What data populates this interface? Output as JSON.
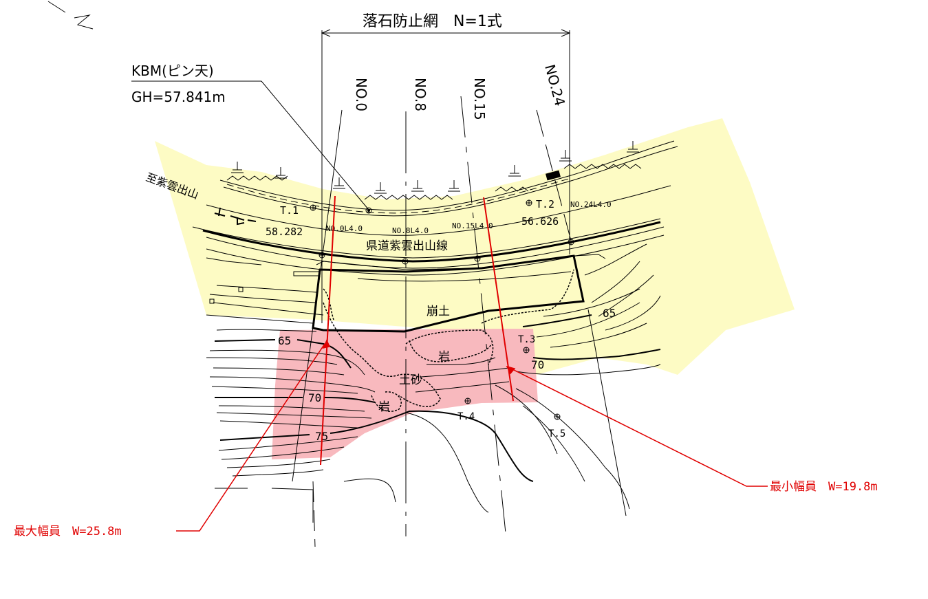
{
  "title": "落石防止網　N=1式",
  "kbm": {
    "line1": "KBM(ピン天)",
    "line2": "GH=57.841m"
  },
  "stations": [
    "NO.0",
    "NO.8",
    "NO.15",
    "NO.24"
  ],
  "station_labels": [
    "NO.0L4.0",
    "NO.8L4.0",
    "NO.15L4.0",
    "NO.24L4.0"
  ],
  "direction_label": "至紫雲出山",
  "road_name": "県道紫雲出山線",
  "benchmarks": {
    "t1": {
      "name": "T.1",
      "elev": "58.282"
    },
    "t2": {
      "name": "T.2",
      "elev": "56.626"
    },
    "t3": "T.3",
    "t4": "T.4",
    "t5": "T.5"
  },
  "areas": {
    "collapse": "崩土",
    "rock": "岩",
    "soil": "土砂"
  },
  "contours": [
    "65",
    "65",
    "70",
    "70",
    "75"
  ],
  "width_max": "最大幅員　W=25.8m",
  "width_min": "最小幅員　W=19.8m",
  "colors": {
    "yellow_area": "#fdfbc4",
    "pink_area": "#f8b9be",
    "callout": "#e00000",
    "linework": "#000000"
  }
}
